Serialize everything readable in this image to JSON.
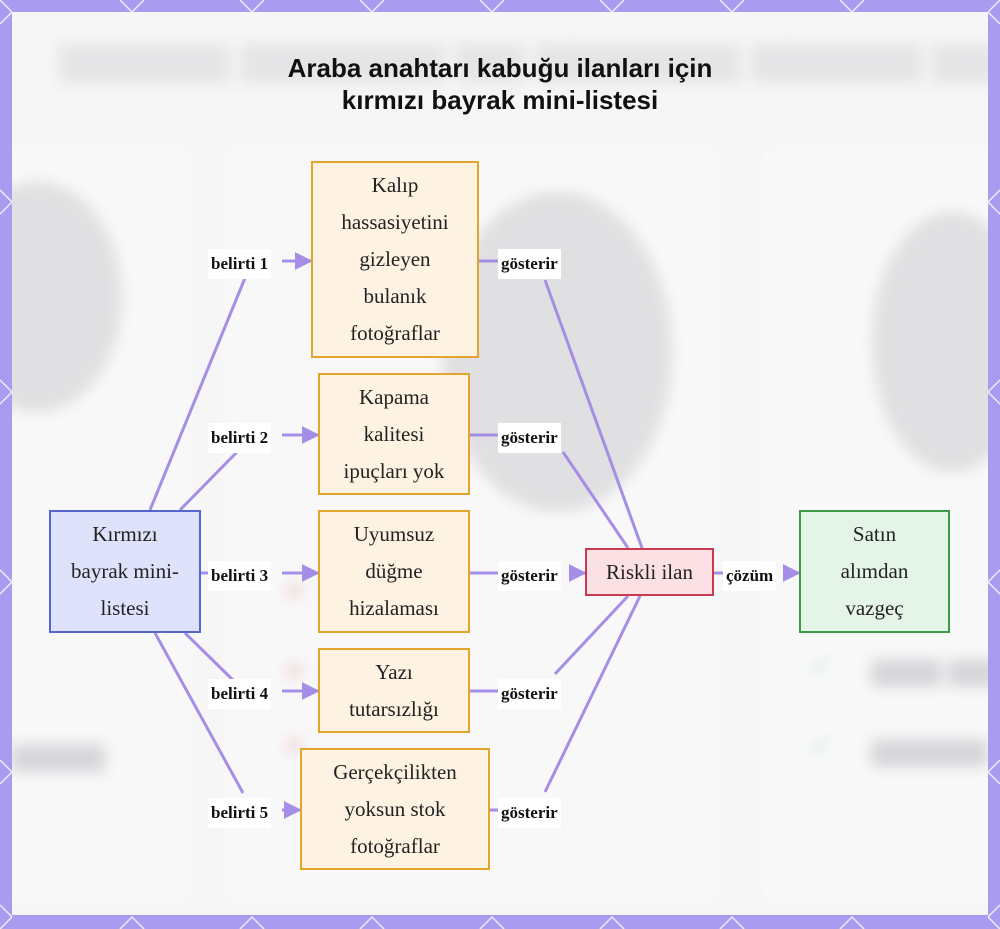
{
  "title": {
    "line1": "Araba anahtarı kabuğu ilanları için",
    "line2": "kırmızı bayrak mini-listesi"
  },
  "nodes": {
    "checklist": [
      "Kırmızı",
      "bayrak mini-",
      "listesi"
    ],
    "symptom1": [
      "Kalıp",
      "hassasiyetini",
      "gizleyen",
      "bulanık",
      "fotoğraflar"
    ],
    "symptom2": [
      "Kapama",
      "kalitesi",
      "ipuçları yok"
    ],
    "symptom3": [
      "Uyumsuz",
      "düğme",
      "hizalaması"
    ],
    "symptom4": [
      "Yazı",
      "tutarsızlığı"
    ],
    "symptom5": [
      "Gerçekçilikten",
      "yoksun stok",
      "fotoğraflar"
    ],
    "risky": [
      "Riskli ilan"
    ],
    "outcome": [
      "Satın",
      "alımdan",
      "vazgeç"
    ]
  },
  "edge_labels": {
    "belirti": [
      "belirti 1",
      "belirti 2",
      "belirti 3",
      "belirti 4",
      "belirti 5"
    ],
    "gosterir": [
      "gösterir",
      "gösterir",
      "gösterir",
      "gösterir",
      "gösterir"
    ],
    "cozum": "çözüm"
  },
  "colors": {
    "edge": "#a68ee6",
    "frame": "#a99cf0",
    "symptom_fill": "#fef3e2",
    "symptom_border": "#e5a42b",
    "checklist_fill": "#dfe2fb",
    "checklist_border": "#5566cc",
    "risky_fill": "#fbe1e4",
    "risky_border": "#c93a52",
    "outcome_fill": "#e4f4e6",
    "outcome_border": "#3a9c49"
  }
}
